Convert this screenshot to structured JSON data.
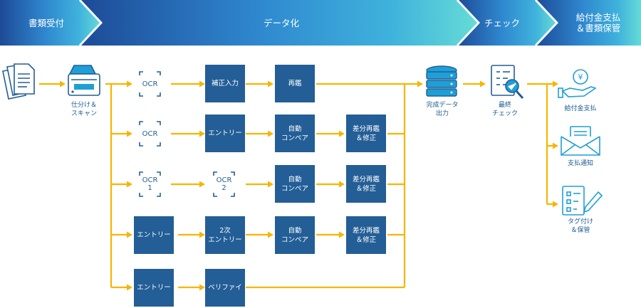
{
  "phases": [
    {
      "label": "書類受付"
    },
    {
      "label": "データ化"
    },
    {
      "label": "チェック"
    },
    {
      "label": "給付金支払\n＆書類保管"
    }
  ],
  "labels": {
    "scan": "仕分け＆\nスキャン",
    "db": "完成データ\n出力",
    "check": "最終\nチェック",
    "pay": "給付金支払",
    "notice": "支払通知",
    "tag": "タグ付け\n＆保管"
  },
  "ocr": {
    "o1": "OCR",
    "o2": "OCR",
    "o3": "OCR\n1",
    "o4": "OCR\n2"
  },
  "boxes": {
    "r1_1": "補正入力",
    "r1_2": "再鑑",
    "r2_1": "エントリー",
    "r2_2": "自動\nコンペア",
    "r2_3": "差分再鑑\n＆修正",
    "r3_2": "自動\nコンペア",
    "r3_3": "差分再鑑\n＆修正",
    "r4_0": "エントリー",
    "r4_1": "2次\nエントリー",
    "r4_2": "自動\nコンペア",
    "r4_3": "差分再鑑\n＆修正",
    "r5_0": "エントリー",
    "r5_1": "ベリファイ"
  },
  "colors": {
    "box": "#235e96",
    "arrow": "#f7b500",
    "icon": "#1e9fd6",
    "icon_dark": "#235e96",
    "banner_start": "#1e4f99",
    "banner_end": "#5fd6d6"
  }
}
